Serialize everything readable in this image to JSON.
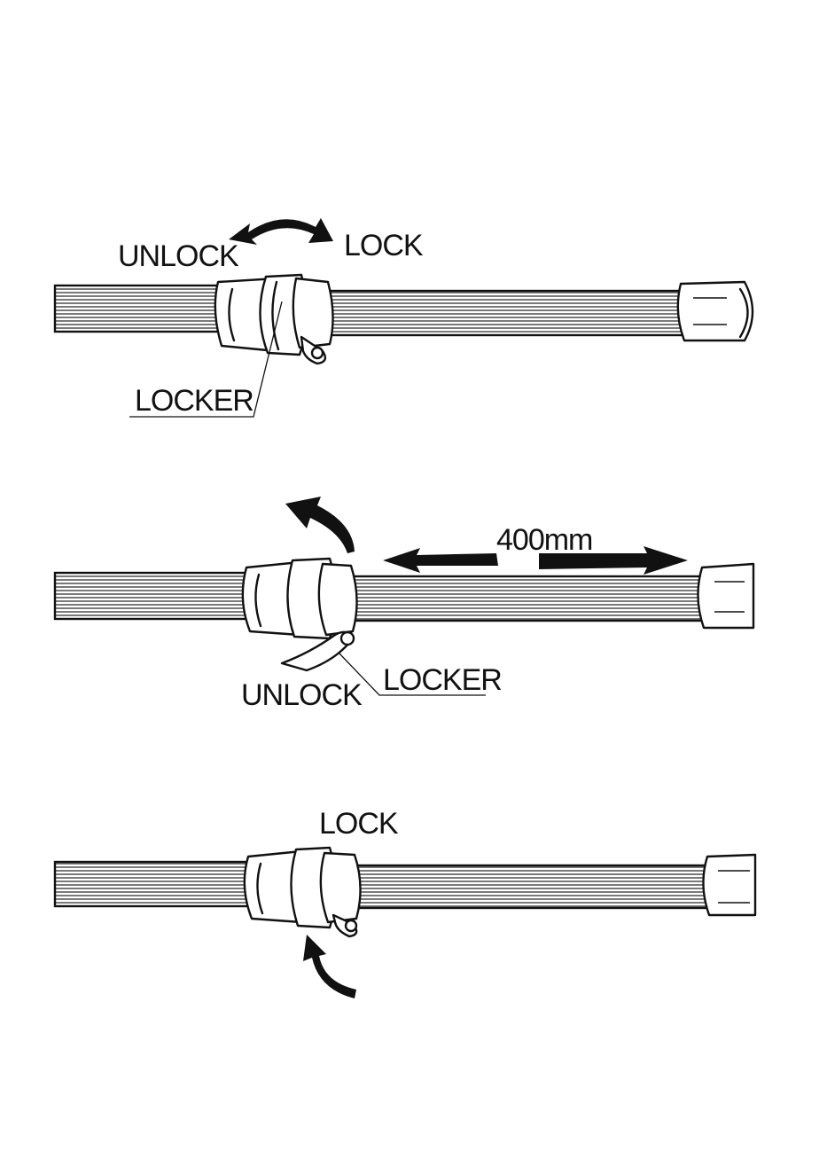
{
  "figure": {
    "step1": {
      "unlock_label": "UNLOCK",
      "lock_label": "LOCK",
      "locker_label": "LOCKER"
    },
    "step2": {
      "distance_label": "400mm",
      "locker_label": "LOCKER",
      "unlock_label": "UNLOCK"
    },
    "step3": {
      "lock_label": "LOCK"
    }
  }
}
